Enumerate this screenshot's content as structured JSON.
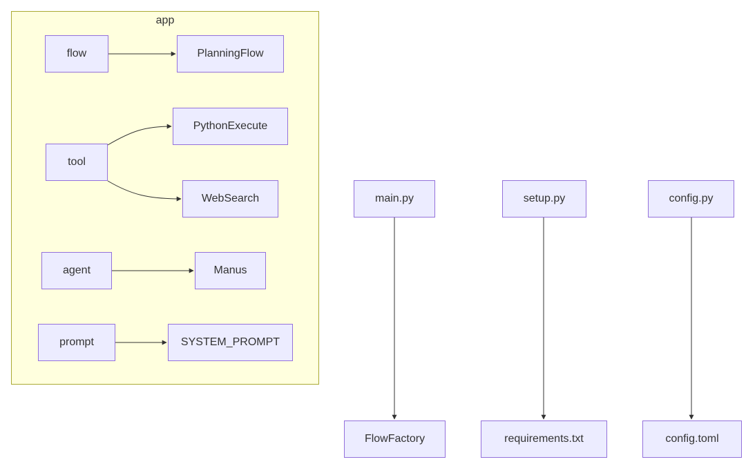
{
  "cluster": {
    "label": "app"
  },
  "nodes": {
    "flow": "flow",
    "planning_flow": "PlanningFlow",
    "tool": "tool",
    "python_execute": "PythonExecute",
    "web_search": "WebSearch",
    "agent": "agent",
    "manus": "Manus",
    "prompt": "prompt",
    "system_prompt": "SYSTEM_PROMPT",
    "main_py": "main.py",
    "setup_py": "setup.py",
    "config_py": "config.py",
    "flow_factory": "FlowFactory",
    "requirements_txt": "requirements.txt",
    "config_toml": "config.toml"
  },
  "edges": [
    {
      "from": "flow",
      "to": "PlanningFlow"
    },
    {
      "from": "tool",
      "to": "PythonExecute"
    },
    {
      "from": "tool",
      "to": "WebSearch"
    },
    {
      "from": "agent",
      "to": "Manus"
    },
    {
      "from": "prompt",
      "to": "SYSTEM_PROMPT"
    },
    {
      "from": "main.py",
      "to": "FlowFactory"
    },
    {
      "from": "setup.py",
      "to": "requirements.txt"
    },
    {
      "from": "config.py",
      "to": "config.toml"
    }
  ],
  "colors": {
    "cluster_fill": "#ffffde",
    "cluster_stroke": "#aaaa33",
    "node_fill": "#ececff",
    "node_stroke": "#9370db",
    "edge": "#333333",
    "text": "#333333"
  }
}
